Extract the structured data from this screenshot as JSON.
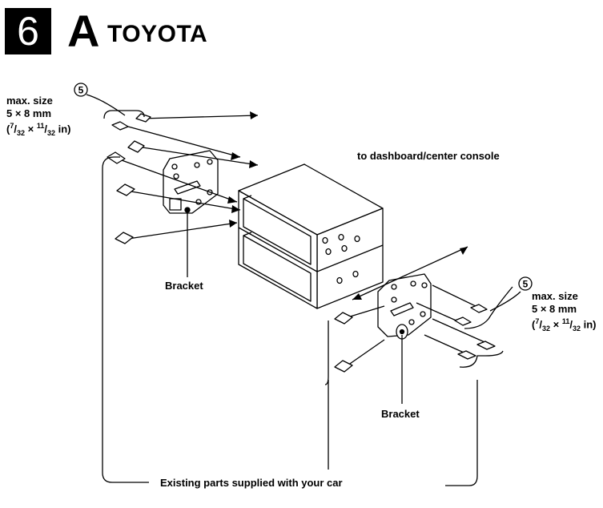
{
  "header": {
    "step": "6",
    "letter": "A",
    "brand": "TOYOTA"
  },
  "labels": {
    "dashboard": "to dashboard/center console",
    "bracket": "Bracket",
    "existing_parts": "Existing parts supplied with your car",
    "part_number": "5"
  },
  "screw_spec": {
    "title": "max. size",
    "size": "5 × 8 mm",
    "inch_open": "(",
    "inch_a_num": "7",
    "inch_a_den": "32",
    "inch_times": " × ",
    "inch_b_num": "11",
    "inch_b_den": "32",
    "inch_close": " in)"
  }
}
